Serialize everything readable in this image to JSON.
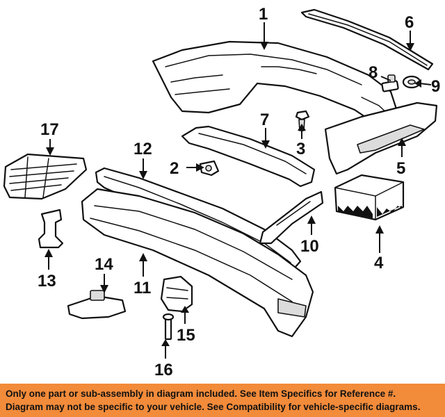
{
  "diagram": {
    "callouts": {
      "c1": "1",
      "c2": "2",
      "c3": "3",
      "c4": "4",
      "c5": "5",
      "c6": "6",
      "c7": "7",
      "c8": "8",
      "c9": "9",
      "c10": "10",
      "c11": "11",
      "c12": "12",
      "c13": "13",
      "c14": "14",
      "c15": "15",
      "c16": "16",
      "c17": "17"
    }
  },
  "footer": {
    "line1": "Only one part or sub-assembly in diagram included. See Item Specifics for Reference #.",
    "line2": "Diagram may not be specific to your vehicle. See Compatibility for vehicle-specific diagrams."
  },
  "colors": {
    "banner": "#f28b3a",
    "ink": "#111111",
    "background": "#ffffff"
  }
}
